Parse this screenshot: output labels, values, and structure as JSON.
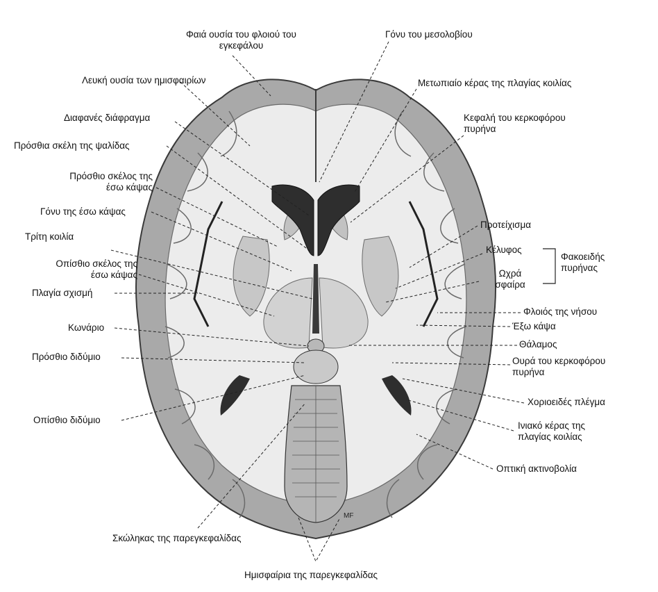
{
  "labels": {
    "grey_matter": [
      "Φαιά ουσία του φλοιού του",
      "εγκεφάλου"
    ],
    "corpus_callosum_genu": [
      "Γόνυ του μεσολοβίου"
    ],
    "white_matter": [
      "Λευκή ουσία των ημισφαιρίων"
    ],
    "frontal_horn": [
      "Μετωπιαίο κέρας της πλαγίας κοιλίας"
    ],
    "septum": [
      "Διαφανές διάφραγμα"
    ],
    "caudate_head": [
      "Κεφαλή του κερκοφόρου",
      "πυρήνα"
    ],
    "fornix_ant": [
      "Πρόσθια σκέλη της ψαλίδας"
    ],
    "int_capsule_ant": [
      "Πρόσθιο σκέλος της",
      "έσω κάψας"
    ],
    "int_capsule_genu": [
      "Γόνυ της έσω κάψας"
    ],
    "claustrum": [
      "Προτείχισμα"
    ],
    "third_ventricle": [
      "Τρίτη κοιλία"
    ],
    "putamen": [
      "Κέλυφος"
    ],
    "lentiform": [
      "Φακοειδής",
      "πυρήνας"
    ],
    "int_capsule_post": [
      "Οπίσθιο σκέλος της",
      "έσω κάψας"
    ],
    "globus_pallidus": [
      "Ωχρά",
      "σφαίρα"
    ],
    "lateral_sulcus": [
      "Πλαγία σχισμή"
    ],
    "insula_cortex": [
      "Φλοιός της νήσου"
    ],
    "ext_capsule": [
      "Έξω κάψα"
    ],
    "pineal": [
      "Κωνάριο"
    ],
    "thalamus": [
      "Θάλαμος"
    ],
    "sup_colliculus": [
      "Πρόσθιο διδύμιο"
    ],
    "caudate_tail": [
      "Ουρά του κερκοφόρου",
      "πυρήνα"
    ],
    "choroid_plexus": [
      "Χοριοειδές πλέγμα"
    ],
    "inf_colliculus": [
      "Οπίσθιο διδύμιο"
    ],
    "occipital_horn": [
      "Ινιακό κέρας της",
      "πλαγίας κοιλίας"
    ],
    "optic_radiation": [
      "Οπτική ακτινοβολία"
    ],
    "vermis": [
      "Σκώληκας της παρεγκεφαλίδας"
    ],
    "cerebellar_hemispheres": [
      "Ημισφαίρια της παρεγκεφαλίδας"
    ],
    "signature": "MF"
  },
  "colors": {
    "cortex": "#a9a9a9",
    "white_matter": "#ececec",
    "nuclei": "#c7c7c7",
    "ventricle": "#2e2e2e",
    "outline": "#3a3a3a",
    "leader": "#222222"
  }
}
